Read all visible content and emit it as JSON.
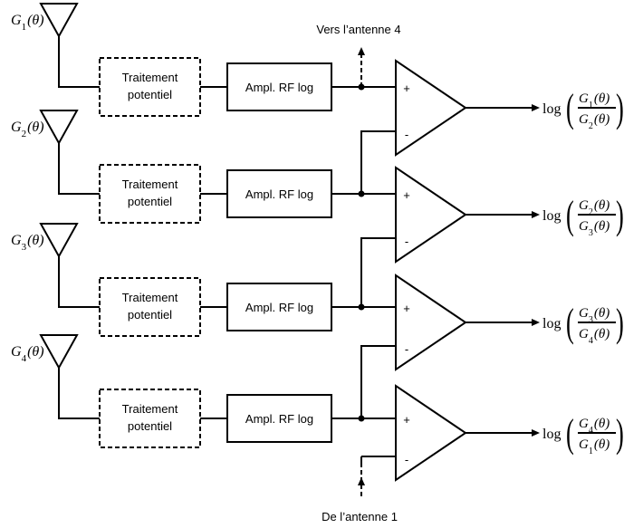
{
  "channels": [
    {
      "gain": {
        "symbol": "G",
        "sub": "1",
        "arg": "(θ)"
      },
      "processing_lines": [
        "Traitement",
        "potentiel"
      ],
      "amplifier": "Ampl. RF log",
      "output": {
        "fn": "log",
        "num": {
          "symbol": "G",
          "sub": "1",
          "arg": "(θ)"
        },
        "den": {
          "symbol": "G",
          "sub": "2",
          "arg": "(θ)"
        }
      }
    },
    {
      "gain": {
        "symbol": "G",
        "sub": "2",
        "arg": "(θ)"
      },
      "processing_lines": [
        "Traitement",
        "potentiel"
      ],
      "amplifier": "Ampl. RF log",
      "output": {
        "fn": "log",
        "num": {
          "symbol": "G",
          "sub": "2",
          "arg": "(θ)"
        },
        "den": {
          "symbol": "G",
          "sub": "3",
          "arg": "(θ)"
        }
      }
    },
    {
      "gain": {
        "symbol": "G",
        "sub": "3",
        "arg": "(θ)"
      },
      "processing_lines": [
        "Traitement",
        "potentiel"
      ],
      "amplifier": "Ampl. RF log",
      "output": {
        "fn": "log",
        "num": {
          "symbol": "G",
          "sub": "3",
          "arg": "(θ)"
        },
        "den": {
          "symbol": "G",
          "sub": "4",
          "arg": "(θ)"
        }
      }
    },
    {
      "gain": {
        "symbol": "G",
        "sub": "4",
        "arg": "(θ)"
      },
      "processing_lines": [
        "Traitement",
        "potentiel"
      ],
      "amplifier": "Ampl. RF log",
      "output": {
        "fn": "log",
        "num": {
          "symbol": "G",
          "sub": "4",
          "arg": "(θ)"
        },
        "den": {
          "symbol": "G",
          "sub": "1",
          "arg": "(θ)"
        }
      }
    }
  ],
  "comparator_signs": {
    "plus": "+",
    "minus": "-"
  },
  "top_link_label": "Vers l’antenne 4",
  "bottom_link_label": "De l’antenne 1"
}
